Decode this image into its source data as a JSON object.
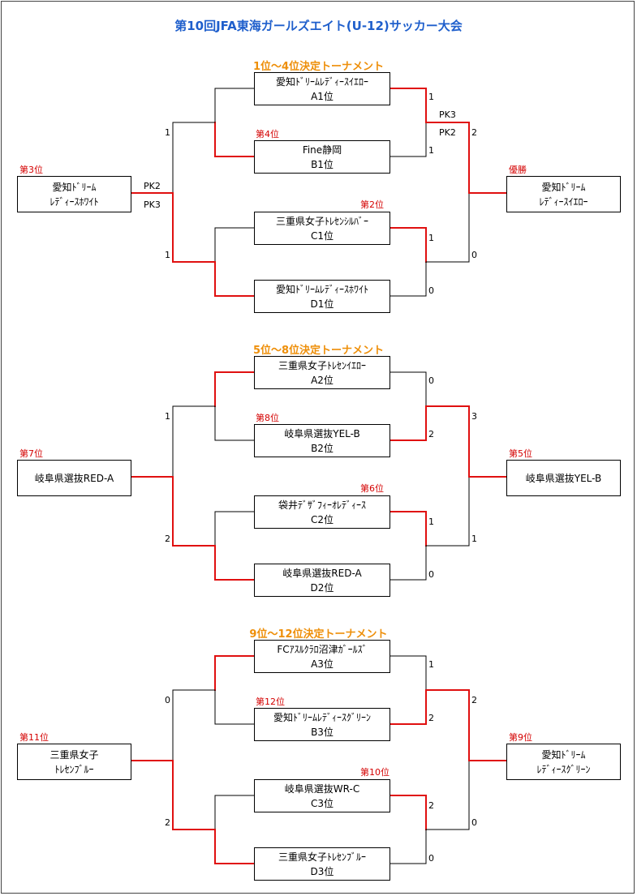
{
  "title": "第10回JFA東海ガールズエイト(U-12)サッカー大会",
  "colors": {
    "title": "#1f5fcc",
    "section": "#ee8f0a",
    "rank": "#d40000",
    "win_line": "#e01010",
    "line": "#000000"
  },
  "sections": [
    {
      "heading": "1位〜4位決定トーナメント",
      "teams": [
        {
          "name": "愛知ﾄﾞﾘｰﾑﾚﾃﾞｨｰｽｲｴﾛｰ",
          "seed": "A1位",
          "score": "1"
        },
        {
          "name": "Fine静岡",
          "seed": "B1位",
          "score": "1"
        },
        {
          "name": "三重県女子ﾄﾚｾﾝｼﾙﾊﾞｰ",
          "seed": "C1位",
          "score": "1"
        },
        {
          "name": "愛知ﾄﾞﾘｰﾑﾚﾃﾞｨｰｽﾎﾜｲﾄ",
          "seed": "D1位",
          "score": "0"
        }
      ],
      "semi_loser_ranks": [
        "第4位",
        "第2位"
      ],
      "left_scores": [
        "1",
        "1"
      ],
      "left_pk": [
        "PK2",
        "PK3"
      ],
      "right_scores": [
        "2",
        "0"
      ],
      "right_pk": [
        "PK3",
        "PK2"
      ],
      "third": {
        "label": "第3位",
        "name": [
          "愛知ﾄﾞﾘｰﾑ",
          "ﾚﾃﾞｨｰｽﾎﾜｲﾄ"
        ]
      },
      "winner": {
        "label": "優勝",
        "name": [
          "愛知ﾄﾞﾘｰﾑ",
          "ﾚﾃﾞｨｰｽｲｴﾛｰ"
        ]
      }
    },
    {
      "heading": "5位〜8位決定トーナメント",
      "teams": [
        {
          "name": "三重県女子ﾄﾚｾﾝｲｴﾛｰ",
          "seed": "A2位",
          "score": "0"
        },
        {
          "name": "岐阜県選抜YEL-B",
          "seed": "B2位",
          "score": "2"
        },
        {
          "name": "袋井ﾃﾞｻﾞﾌｨｰｵﾚﾃﾞｨｰｽ",
          "seed": "C2位",
          "score": "1"
        },
        {
          "name": "岐阜県選抜RED-A",
          "seed": "D2位",
          "score": "0"
        }
      ],
      "semi_loser_ranks": [
        "第8位",
        "第6位"
      ],
      "left_scores": [
        "1",
        "2"
      ],
      "left_pk": [
        "",
        ""
      ],
      "right_scores": [
        "3",
        "1"
      ],
      "right_pk": [
        "",
        ""
      ],
      "third": {
        "label": "第7位",
        "name": [
          "岐阜県選抜RED-A"
        ]
      },
      "winner": {
        "label": "第5位",
        "name": [
          "岐阜県選抜YEL-B"
        ]
      }
    },
    {
      "heading": "9位〜12位決定トーナメント",
      "teams": [
        {
          "name": "FCｱｽﾙｸﾗﾛ沼津ｶﾞｰﾙｽﾞ",
          "seed": "A3位",
          "score": "1"
        },
        {
          "name": "愛知ﾄﾞﾘｰﾑﾚﾃﾞｨｰｽｸﾞﾘｰﾝ",
          "seed": "B3位",
          "score": "2"
        },
        {
          "name": "岐阜県選抜WR-C",
          "seed": "C3位",
          "score": "2"
        },
        {
          "name": "三重県女子ﾄﾚｾﾝﾌﾞﾙｰ",
          "seed": "D3位",
          "score": "0"
        }
      ],
      "semi_loser_ranks": [
        "第12位",
        "第10位"
      ],
      "left_scores": [
        "0",
        "2"
      ],
      "left_pk": [
        "",
        ""
      ],
      "right_scores": [
        "2",
        "0"
      ],
      "right_pk": [
        "",
        ""
      ],
      "third": {
        "label": "第11位",
        "name": [
          "三重県女子",
          "ﾄﾚｾﾝﾌﾞﾙｰ"
        ]
      },
      "winner": {
        "label": "第9位",
        "name": [
          "愛知ﾄﾞﾘｰﾑ",
          "ﾚﾃﾞｨｰｽｸﾞﾘｰﾝ"
        ]
      }
    }
  ]
}
